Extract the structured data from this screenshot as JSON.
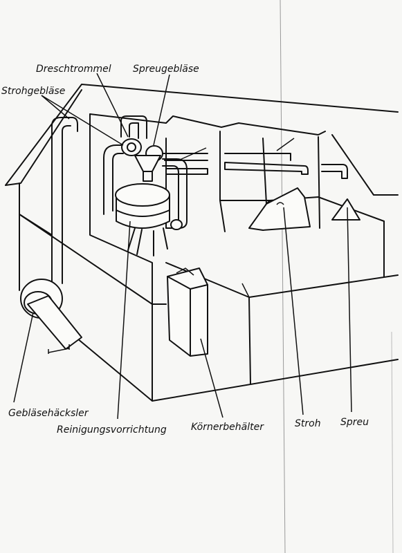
{
  "diagram": {
    "labels": {
      "dreschtrommel": "Dreschtrommel",
      "spreugeblaese": "Spreugebläse",
      "strohgeblaese": "Strohgebläse",
      "geblaesehaecksler": "Gebläsehäcksler",
      "reinigungsvorrichtung": "Reinigungsvorrichtung",
      "koernerbehaelter": "Körnerbehälter",
      "stroh": "Stroh",
      "spreu": "Spreu"
    },
    "colors": {
      "ink": "#111111",
      "paper": "#f7f7f5"
    }
  }
}
